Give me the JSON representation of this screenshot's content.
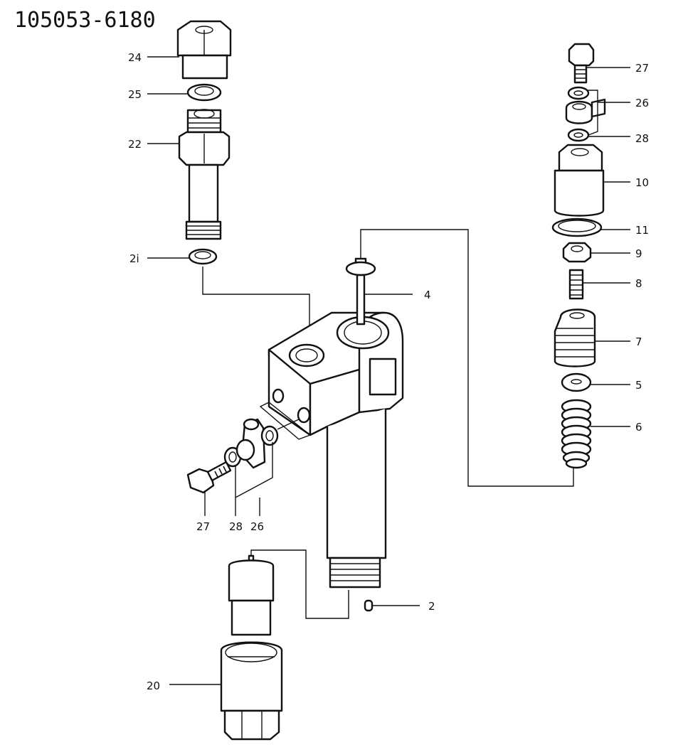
{
  "title": "105053-6180",
  "labels": {
    "p24": "24",
    "p25": "25",
    "p22": "22",
    "p21": "2i",
    "p4": "4",
    "p27_right": "27",
    "p26_right": "26",
    "p28_right": "28",
    "p10": "10",
    "p11": "11",
    "p9": "9",
    "p8": "8",
    "p7": "7",
    "p5": "5",
    "p6": "6",
    "p27_left": "27",
    "p28_left": "28",
    "p26_left": "26",
    "p2": "2",
    "p20": "20"
  }
}
